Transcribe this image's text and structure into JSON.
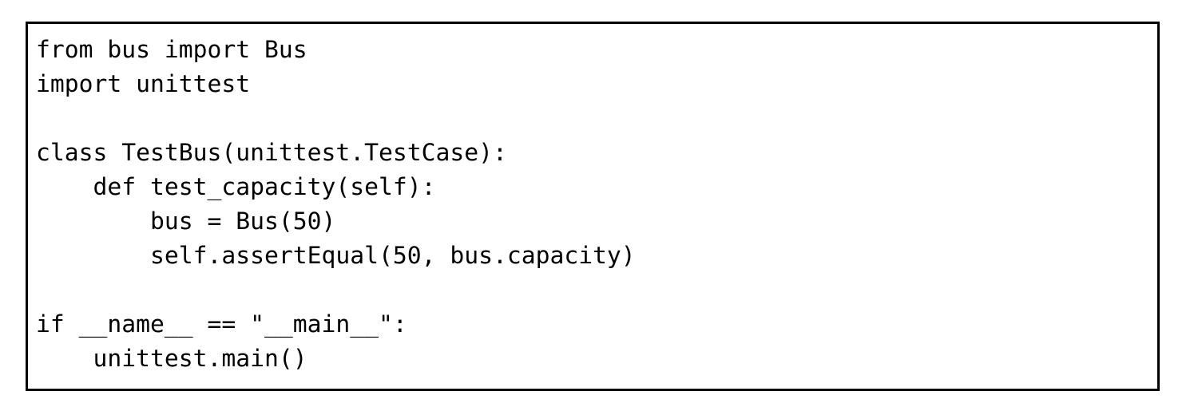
{
  "document": {
    "kind": "code-snippet",
    "language": "python",
    "background_color": "#ffffff",
    "text_color": "#000000",
    "border_color": "#000000"
  },
  "code_block": {
    "line_count": 10,
    "indent_size": 4,
    "lines": [
      "from bus import Bus",
      "import unittest",
      "",
      "class TestBus(unittest.TestCase):",
      "    def test_capacity(self):",
      "        bus = Bus(50)",
      "        self.assertEqual(50, bus.capacity)",
      "",
      "if __name__ == \"__main__\":",
      "    unittest.main()"
    ]
  }
}
